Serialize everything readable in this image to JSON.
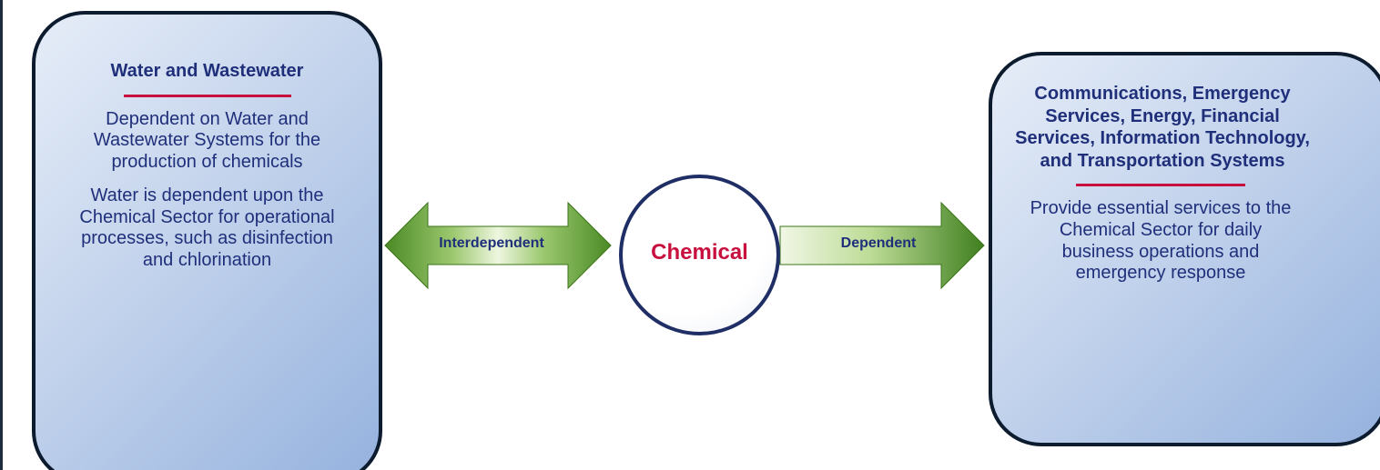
{
  "left_box": {
    "title": "Water and Wastewater",
    "paragraph_1": "Dependent on Water and Wastewater Systems for the production of chemicals",
    "paragraph_2": "Water is dependent upon the Chemical Sector for operational processes, such as disinfection and chlorination"
  },
  "center": {
    "label": "Chemical"
  },
  "arrows": {
    "left_label": "Interdependent",
    "right_label": "Dependent"
  },
  "right_box": {
    "title": "Communications, Emergency Services, Energy, Financial Services, Information Technology, and Transportation Systems",
    "paragraph": "Provide essential services to the Chemical Sector for daily business operations and emergency response"
  },
  "colors": {
    "title_text": "#1f2f7a",
    "accent_rule": "#c8103e",
    "center_label": "#c8103e",
    "arrow_green": "#4f8f2a",
    "box_border": "#0c1b2e"
  }
}
